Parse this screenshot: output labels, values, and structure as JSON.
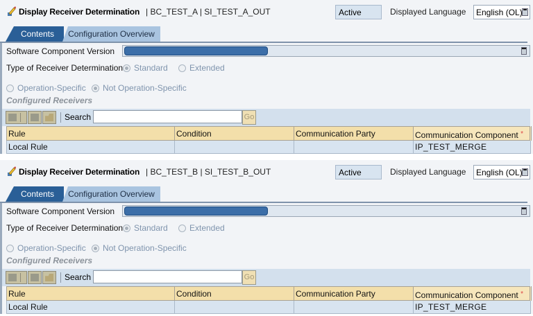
{
  "panels": [
    {
      "header": {
        "title": "Display Receiver Determination",
        "path": "| BC_TEST_A | SI_TEST_A_OUT",
        "status": "Active",
        "language_label": "Displayed Language",
        "language_value": "English (OL)"
      },
      "tabs": [
        {
          "label": "Contents",
          "active": true
        },
        {
          "label": "Configuration Overview",
          "active": false
        }
      ],
      "form": {
        "swc_label": "Software Component Version",
        "type_label": "Type of Receiver Determination",
        "type_options": [
          {
            "label": "Standard",
            "selected": true
          },
          {
            "label": "Extended",
            "selected": false
          }
        ],
        "operation_options": [
          {
            "label": "Operation-Specific",
            "selected": false
          },
          {
            "label": "Not Operation-Specific",
            "selected": true
          }
        ]
      },
      "receivers": {
        "section_title": "Configured Receivers",
        "search_label": "Search",
        "search_value": "",
        "go_label": "Go",
        "columns": [
          "Rule",
          "Condition",
          "Communication Party",
          "Communication Component"
        ],
        "required_marker": "*",
        "rows": [
          {
            "rule": "Local Rule",
            "condition": "",
            "party": "",
            "component": "IP_TEST_MERGE"
          }
        ]
      }
    },
    {
      "header": {
        "title": "Display Receiver Determination",
        "path": "| BC_TEST_B | SI_TEST_B_OUT",
        "status": "Active",
        "language_label": "Displayed Language",
        "language_value": "English (OL)"
      },
      "tabs": [
        {
          "label": "Contents",
          "active": true
        },
        {
          "label": "Configuration Overview",
          "active": false
        }
      ],
      "form": {
        "swc_label": "Software Component Version",
        "type_label": "Type of Receiver Determination",
        "type_options": [
          {
            "label": "Standard",
            "selected": true
          },
          {
            "label": "Extended",
            "selected": false
          }
        ],
        "operation_options": [
          {
            "label": "Operation-Specific",
            "selected": false
          },
          {
            "label": "Not Operation-Specific",
            "selected": true
          }
        ]
      },
      "receivers": {
        "section_title": "Configured Receivers",
        "search_label": "Search",
        "search_value": "",
        "go_label": "Go",
        "columns": [
          "Rule",
          "Condition",
          "Communication Party",
          "Communication Component"
        ],
        "required_marker": "*",
        "rows": [
          {
            "rule": "Local Rule",
            "condition": "",
            "party": "",
            "component": "IP_TEST_MERGE"
          }
        ]
      }
    }
  ],
  "icons": {
    "title_icon": "edit-pencil-icon",
    "toolbar": [
      "insert-row-icon",
      "delete-row-icon",
      "open-folder-icon"
    ],
    "dropdown": "dropdown-list-icon"
  },
  "colors": {
    "active_tab": "#2a5f97",
    "inactive_tab": "#a9c4e0",
    "header_cells": "#f3dfaa",
    "data_cells": "#d8e4f0",
    "panel_bg": "#f2f4f7"
  }
}
